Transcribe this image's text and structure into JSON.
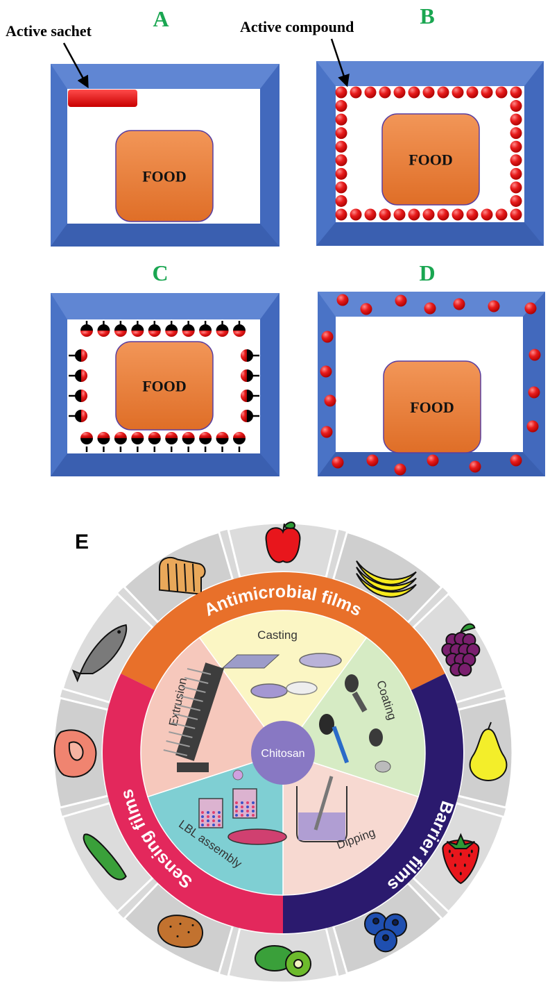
{
  "colors": {
    "frame": "#4a73c6",
    "food": "#ee7f3a",
    "bead": "#e51a1a",
    "label_green": "#1aa651",
    "antimicrobial": "#e8702a",
    "barrier": "#2b1a6e",
    "sensing": "#e3285c",
    "outer_ring": "#d9d9d9",
    "chitosan": "#8878c3"
  },
  "panels": [
    {
      "letter": "A",
      "food": "FOOD",
      "callout": "Active sachet",
      "variant": "sachet"
    },
    {
      "letter": "B",
      "food": "FOOD",
      "callout": "Active compound",
      "variant": "lining"
    },
    {
      "letter": "C",
      "food": "FOOD",
      "callout": "",
      "variant": "tethered"
    },
    {
      "letter": "D",
      "food": "FOOD",
      "callout": "",
      "variant": "embedded"
    }
  ],
  "wheel": {
    "letter": "E",
    "center": "Chitosan",
    "ring": [
      "Antimicrobial films",
      "Barrier films",
      "Sensing films"
    ],
    "methods": [
      "Casting",
      "Coating",
      "Dipping",
      "LBL assembly",
      "Extrusion"
    ],
    "foods": [
      {
        "icon": "apple-icon"
      },
      {
        "icon": "banana-icon"
      },
      {
        "icon": "grapes-icon"
      },
      {
        "icon": "pear-icon"
      },
      {
        "icon": "strawberry-icon"
      },
      {
        "icon": "blueberries-icon"
      },
      {
        "icon": "kiwi-icon"
      },
      {
        "icon": "potato-icon"
      },
      {
        "icon": "cucumber-icon"
      },
      {
        "icon": "meat-icon"
      },
      {
        "icon": "fish-icon"
      },
      {
        "icon": "bread-icon"
      }
    ]
  }
}
